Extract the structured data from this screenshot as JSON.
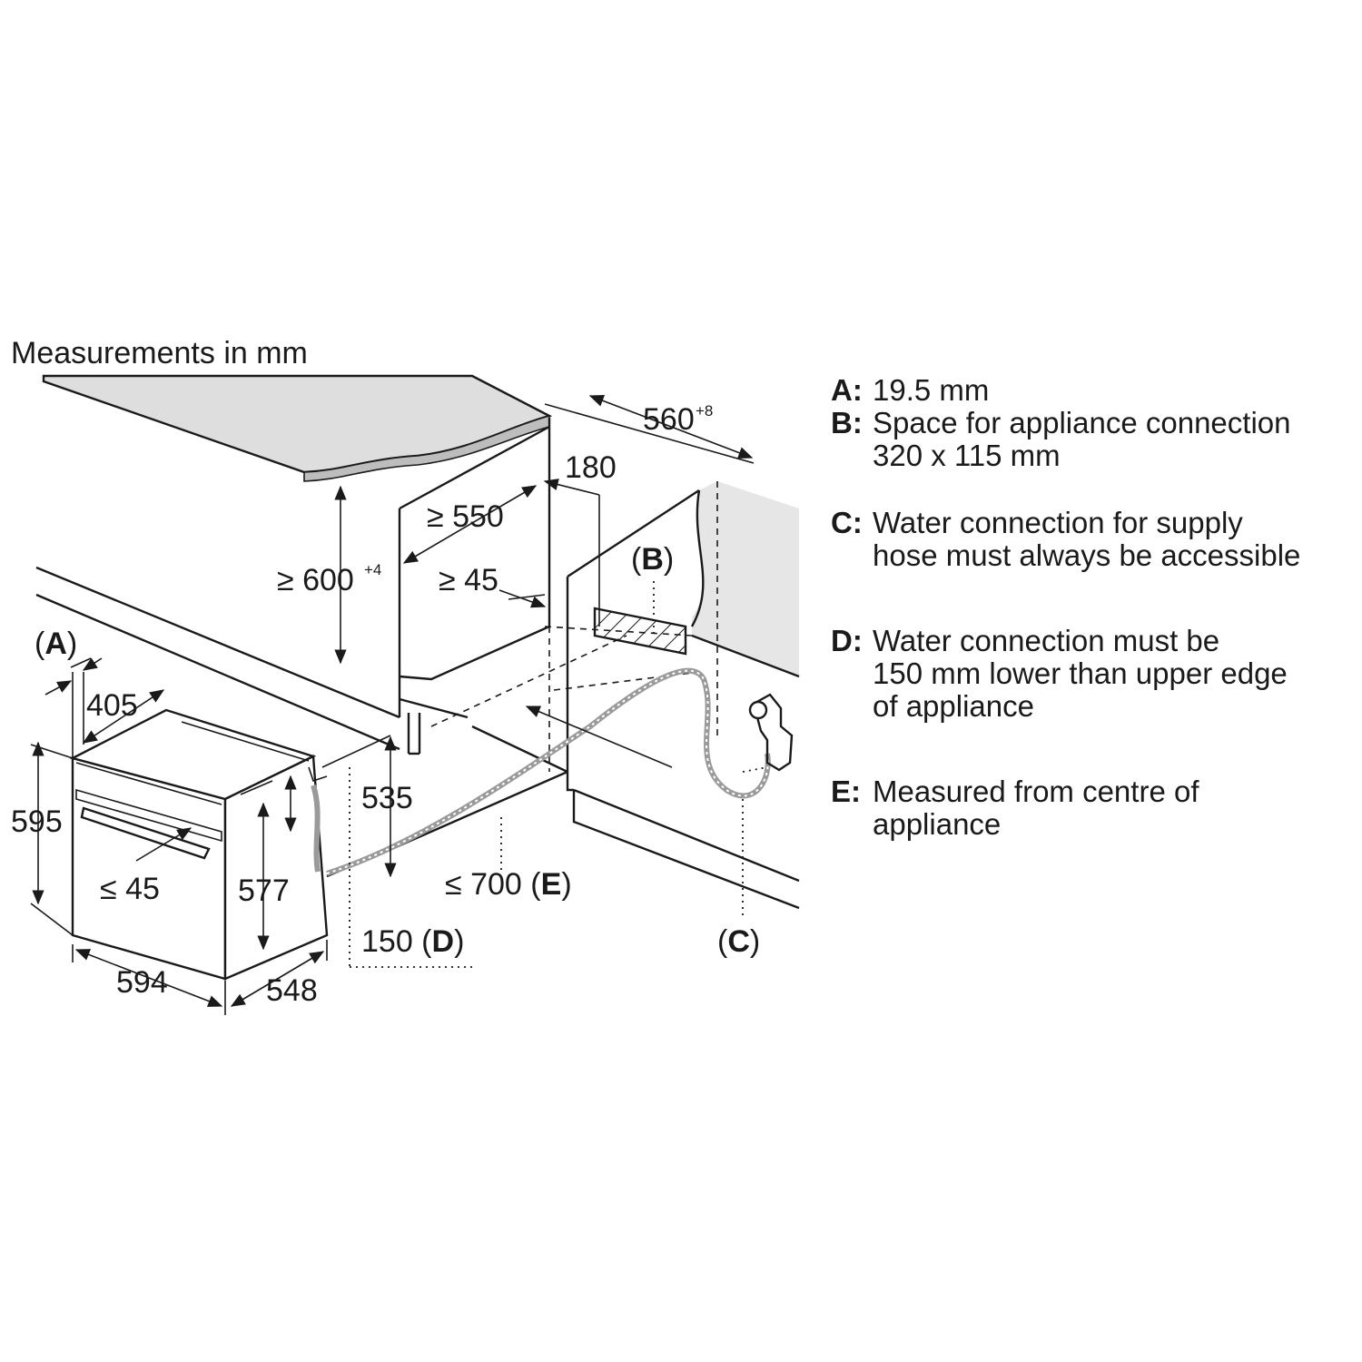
{
  "title": "Measurements in mm",
  "dimensions": {
    "cabinet_width": "560",
    "cabinet_width_tol": "+8",
    "depth_180": "180",
    "depth_550": "≥ 550",
    "height_600": "≥ 600",
    "height_600_tol": "+4",
    "gap_45": "≥ 45",
    "label_b": "B",
    "label_a": "A",
    "width_405": "405",
    "height_595": "595",
    "height_535": "535",
    "handle_45": "≤ 45",
    "height_577": "577",
    "dist_700": "≤ 700",
    "label_e": "E",
    "depth_150": "150",
    "label_d": "D",
    "label_c": "C",
    "width_594": "594",
    "depth_548": "548"
  },
  "legend": [
    {
      "key": "A:",
      "lines": [
        "19.5 mm"
      ]
    },
    {
      "key": "B:",
      "lines": [
        "Space for appliance connection",
        "320 x 115 mm"
      ]
    },
    {
      "key": "C:",
      "lines": [
        "Water connection for supply",
        "hose must always be accessible"
      ]
    },
    {
      "key": "D:",
      "lines": [
        "Water connection must be",
        "150 mm lower than upper edge",
        "of appliance"
      ]
    },
    {
      "key": "E:",
      "lines": [
        "Measured from centre of",
        "appliance"
      ]
    }
  ]
}
